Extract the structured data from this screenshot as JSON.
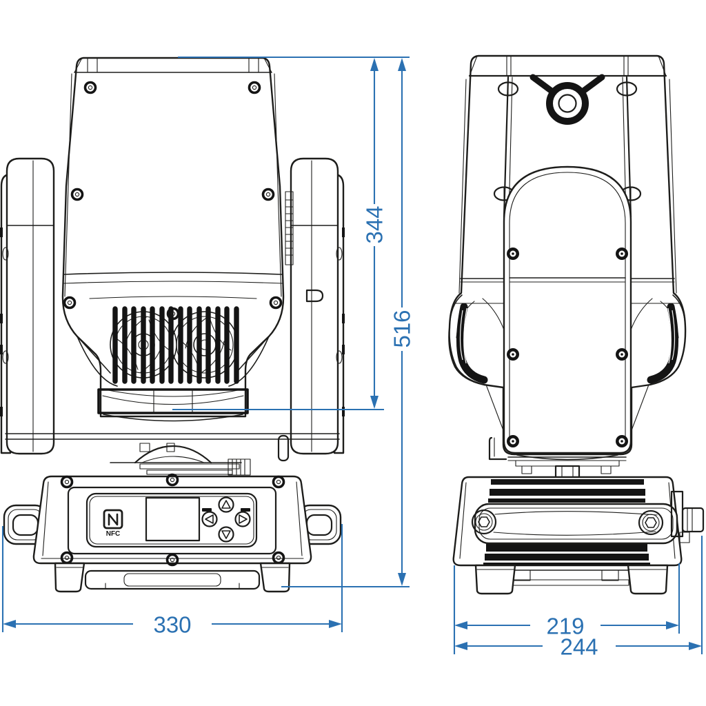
{
  "meta": {
    "domain": "technical-dimension-drawing",
    "subject": "moving-head stage light fixture",
    "views": [
      {
        "id": "front",
        "label": "front-view"
      },
      {
        "id": "side",
        "label": "side-view"
      }
    ]
  },
  "colors": {
    "dimension_accent": "#2b71b2",
    "line": "#1d1d1b",
    "background": "#ffffff"
  },
  "dimensions": {
    "head_height": {
      "value": "344",
      "orientation": "vertical",
      "view": "front"
    },
    "overall_height": {
      "value": "516",
      "orientation": "vertical",
      "view": "front"
    },
    "overall_width": {
      "value": "330",
      "orientation": "horizontal",
      "view": "front"
    },
    "base_depth": {
      "value": "219",
      "orientation": "horizontal",
      "view": "side"
    },
    "overall_depth": {
      "value": "244",
      "orientation": "horizontal",
      "view": "side"
    }
  },
  "control_panel": {
    "nfc_label": "NFC",
    "display": "lcd-screen",
    "buttons": [
      {
        "icon": "up-arrow"
      },
      {
        "icon": "down-arrow"
      },
      {
        "icon": "left-arrow"
      },
      {
        "icon": "right-arrow"
      }
    ]
  }
}
